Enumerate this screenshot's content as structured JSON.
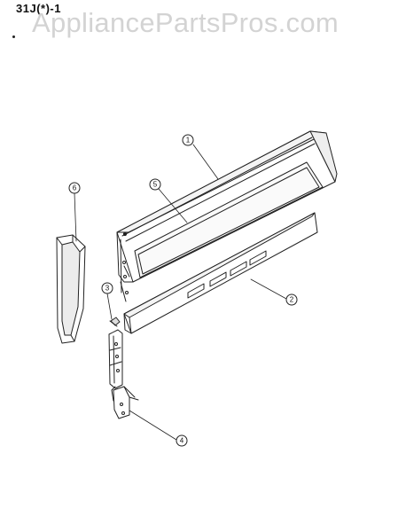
{
  "header": {
    "model_code": "31J(*)-1",
    "watermark": "AppliancePartsPros.com"
  },
  "diagram": {
    "callouts": [
      {
        "id": "1",
        "label": "1"
      },
      {
        "id": "2",
        "label": "2"
      },
      {
        "id": "3",
        "label": "3"
      },
      {
        "id": "4",
        "label": "4"
      },
      {
        "id": "5",
        "label": "5"
      },
      {
        "id": "6",
        "label": "6"
      }
    ]
  }
}
